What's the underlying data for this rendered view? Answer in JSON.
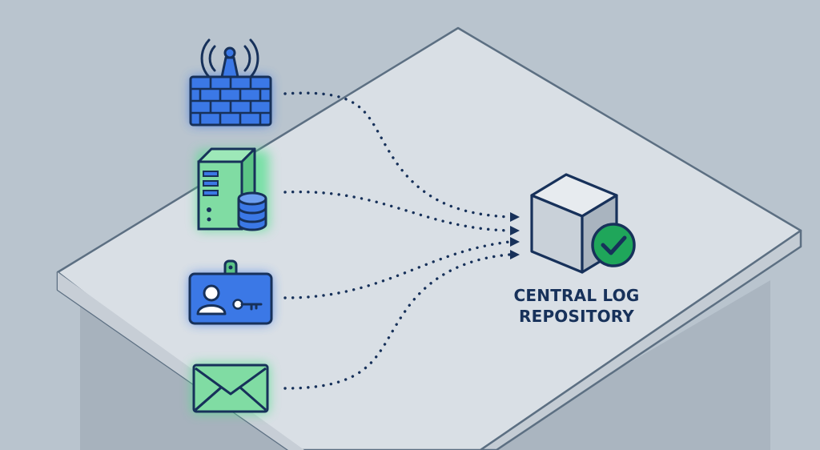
{
  "repository": {
    "label_lines": [
      "CENTRAL LOG",
      "REPOSITORY"
    ],
    "status": "verified"
  },
  "sources": [
    {
      "icon": "firewall-icon",
      "glow": "#2f6ee8"
    },
    {
      "icon": "server-database-icon",
      "glow": "#4fe08a"
    },
    {
      "icon": "id-badge-key-icon",
      "glow": "#2f6ee8"
    },
    {
      "icon": "envelope-icon",
      "glow": "#4fe08a"
    }
  ],
  "colors": {
    "background": "#b9c4ce",
    "table_top": "#d9dfe5",
    "table_edge": "#5c6f82",
    "ink": "#17315a",
    "blue": "#3b78e6",
    "green": "#74dd9a",
    "check": "#1fa65a"
  }
}
